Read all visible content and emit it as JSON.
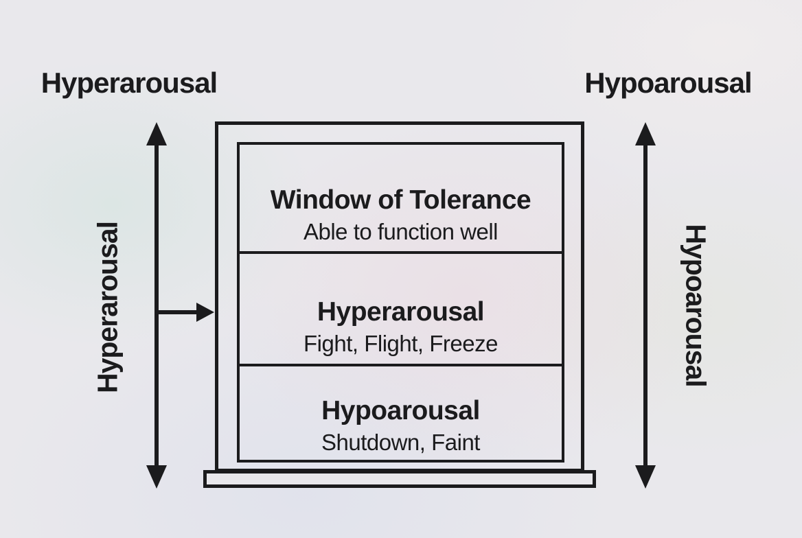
{
  "diagram": {
    "name": "Window of Tolerance",
    "labels": {
      "top_left": "Hyperarousal",
      "top_right": "Hypoarousal",
      "left_vertical": "Hyperarousal",
      "right_vertical": "Hypoarousal"
    },
    "box": {
      "sections": [
        {
          "title": "Window of Tolerance",
          "subtitle": "Able to function well"
        },
        {
          "title": "Hyperarousal",
          "subtitle": "Fight, Flight, Freeze"
        },
        {
          "title": "Hypoarousal",
          "subtitle": "Shutdown, Faint"
        }
      ]
    },
    "icons": {
      "left_axis": "double-headed-vertical-arrow",
      "right_axis": "double-headed-vertical-arrow",
      "branch": "right-arrow-into-box"
    },
    "colors": {
      "ink": "#1b1b1d",
      "background": "#e9e8ec"
    }
  }
}
